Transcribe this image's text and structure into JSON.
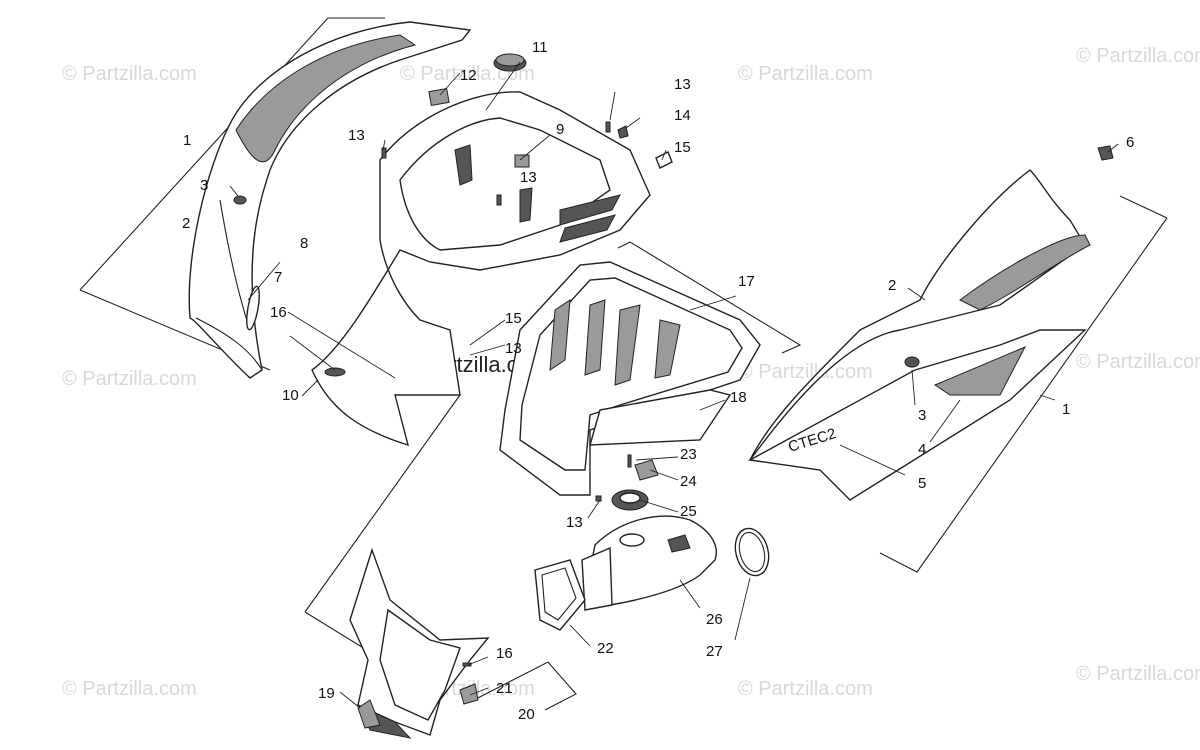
{
  "watermark": {
    "text": "© Partzilla.com",
    "center_text": "© Partzilla.com"
  },
  "callouts": {
    "c1a": "1",
    "c1b": "1",
    "c2a": "2",
    "c2b": "2",
    "c3a": "3",
    "c3b": "3",
    "c4": "4",
    "c5": "5",
    "c6": "6",
    "c7": "7",
    "c8": "8",
    "c9": "9",
    "c10": "10",
    "c11": "11",
    "c12": "12",
    "c13a": "13",
    "c13b": "13",
    "c13c": "13",
    "c13d": "13",
    "c13e": "13",
    "c14": "14",
    "c15a": "15",
    "c15b": "15",
    "c16a": "16",
    "c16b": "16",
    "c17": "17",
    "c18": "18",
    "c19": "19",
    "c20": "20",
    "c21": "21",
    "c22": "22",
    "c23": "23",
    "c24": "24",
    "c25": "25",
    "c26": "26",
    "c27": "27"
  },
  "decal_text": "CTEC2"
}
